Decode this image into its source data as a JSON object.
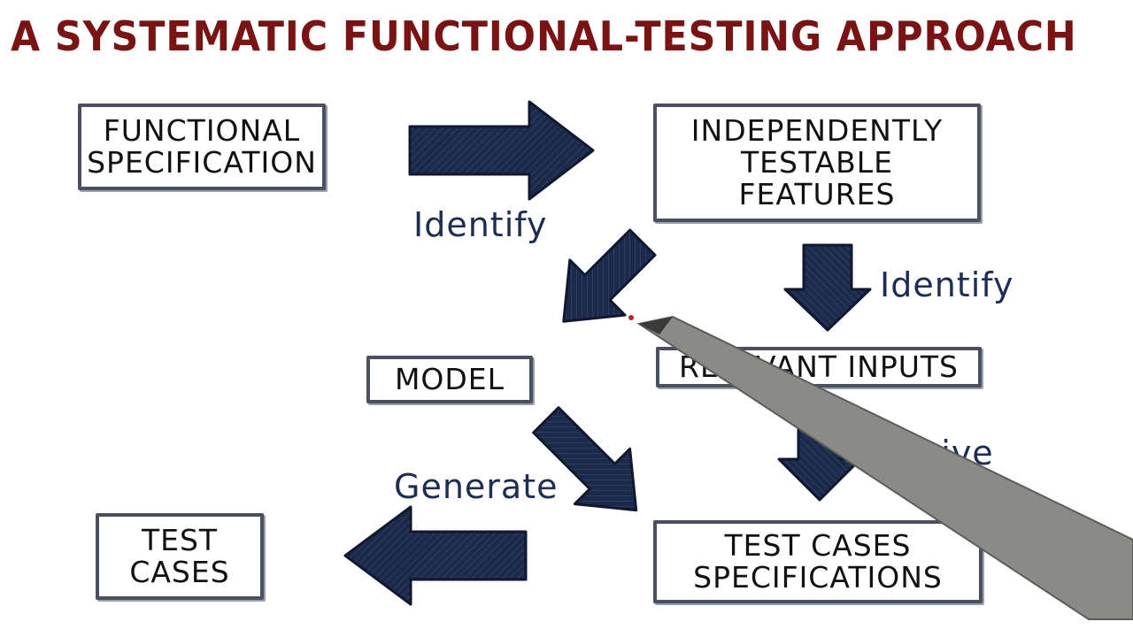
{
  "title": "A SYSTEMATIC FUNCTIONAL-TESTING APPROACH",
  "colors": {
    "title": "#7a1414",
    "arrow_fill": "#1c2a4a",
    "box_border": "#4a5060",
    "label_text": "#1f2d55"
  },
  "boxes": {
    "functional_specification": "FUNCTIONAL\nSPECIFICATION",
    "independently_testable_features": "INDEPENDENTLY\nTESTABLE\nFEATURES",
    "model": "MODEL",
    "relevant_inputs": "RELEVANT INPUTS",
    "test_cases_specifications": "TEST CASES\nSPECIFICATIONS",
    "test_cases": "TEST\nCASES"
  },
  "labels": {
    "identify_features": "Identify",
    "identify_inputs": "Identify",
    "derive": "Derive",
    "generate": "Generate"
  }
}
